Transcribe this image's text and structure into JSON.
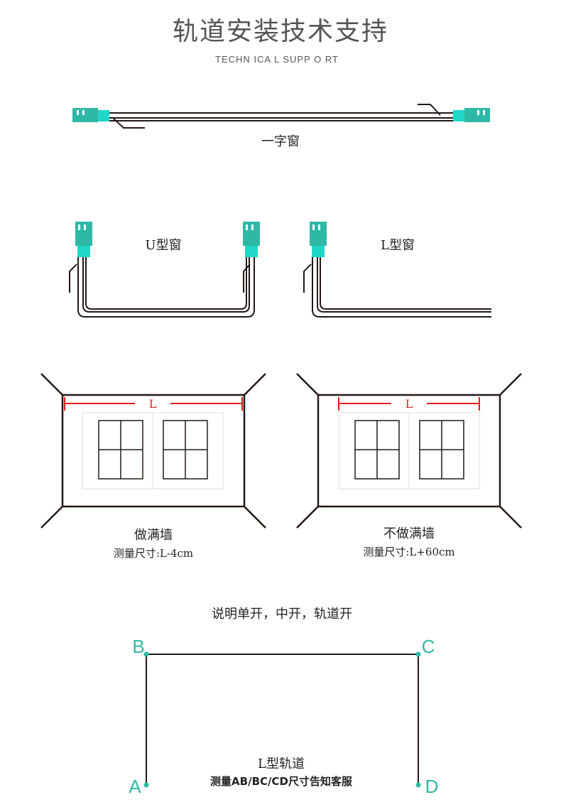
{
  "header": {
    "title": "轨道安装技术支持",
    "subtitle": "TECHN ICA L SUPP O RT"
  },
  "tracks": {
    "straight_label": "一字窗",
    "u_label": "U型窗",
    "l_label": "L型窗"
  },
  "measure": {
    "left": {
      "length_letter": "L",
      "name": "做满墙",
      "rule": "测量尺寸:L-4cm"
    },
    "right": {
      "length_letter": "L",
      "name": "不做满墙",
      "rule": "测量尺寸:L+60cm"
    }
  },
  "opening": {
    "caption": "说明单开，中开，轨道开",
    "point_a": "A",
    "point_b": "B",
    "point_c": "C",
    "point_d": "D",
    "track_name": "L型轨道",
    "instruction": "测量AB/BC/CD尺寸告知客服"
  },
  "colors": {
    "accent": "#2fb8a6",
    "connector_light": "#1fd6c8",
    "line": "#231815",
    "measure_red": "#e02020",
    "title": "#555555"
  }
}
